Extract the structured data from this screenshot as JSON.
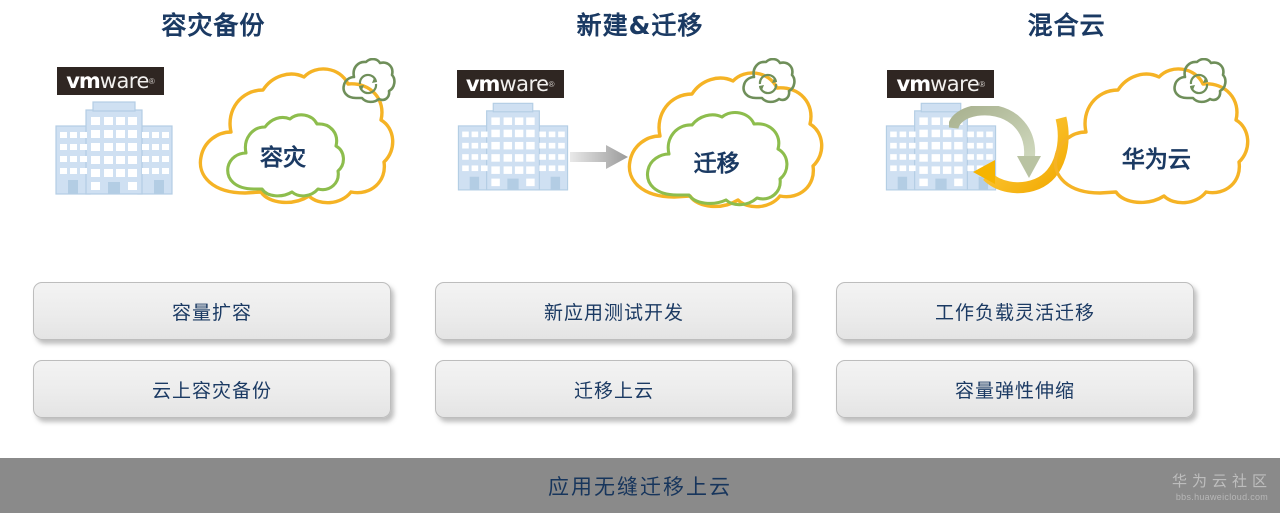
{
  "background_color": "#ffffff",
  "title_color": "#1b3a63",
  "accent_colors": {
    "cloud_outer": "#f5b325",
    "cloud_inner": "#7cb342",
    "recycle_cloud": "#6f8f5a",
    "building": "#c8dcef",
    "vmware_bg": "#2f2622",
    "footer_bg": "#8a8a8a",
    "button_text": "#1b3a63"
  },
  "columns": [
    {
      "id": "disaster-recovery",
      "title": "容灾备份",
      "logo": {
        "bold": "vm",
        "light": "ware",
        "registered": "®",
        "name": "vmware-logo"
      },
      "cloud_label": "容灾",
      "has_left_arrow": false,
      "has_dual_arrows": false,
      "recycle_icon": "recycle-cloud-icon",
      "buttons": [
        "容量扩容",
        "云上容灾备份"
      ]
    },
    {
      "id": "new-and-migrate",
      "title": "新建&迁移",
      "logo": {
        "bold": "vm",
        "light": "ware",
        "registered": "®",
        "name": "vmware-logo"
      },
      "cloud_label": "迁移",
      "has_left_arrow": true,
      "has_dual_arrows": false,
      "recycle_icon": "recycle-cloud-icon",
      "buttons": [
        "新应用测试开发",
        "迁移上云"
      ]
    },
    {
      "id": "hybrid-cloud",
      "title": "混合云",
      "logo": {
        "bold": "vm",
        "light": "ware",
        "registered": "®",
        "name": "vmware-logo"
      },
      "cloud_label": "华为云",
      "has_left_arrow": false,
      "has_dual_arrows": true,
      "recycle_icon": "recycle-cloud-icon",
      "buttons": [
        "工作负载灵活迁移",
        "容量弹性伸缩"
      ]
    }
  ],
  "footer": {
    "text": "应用无缝迁移上云",
    "watermark_cn": "华为云社区",
    "watermark_url": "bbs.huaweicloud.com"
  }
}
